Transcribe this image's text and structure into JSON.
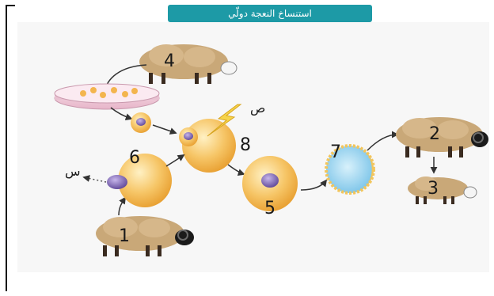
{
  "title": "استنساخ النعجة دولّي",
  "labels": {
    "one": "1",
    "two": "2",
    "three": "3",
    "four": "4",
    "five": "5",
    "six": "6",
    "seven": "7",
    "eight": "8",
    "sin": "س",
    "sad": "ص"
  },
  "colors": {
    "title_bg": "#1d9aa6",
    "cell": "#f3b54e",
    "nucleus": "#7d66b3",
    "blastocyst": "#8ed0ee",
    "sheep_fleece": "#c9a878"
  }
}
